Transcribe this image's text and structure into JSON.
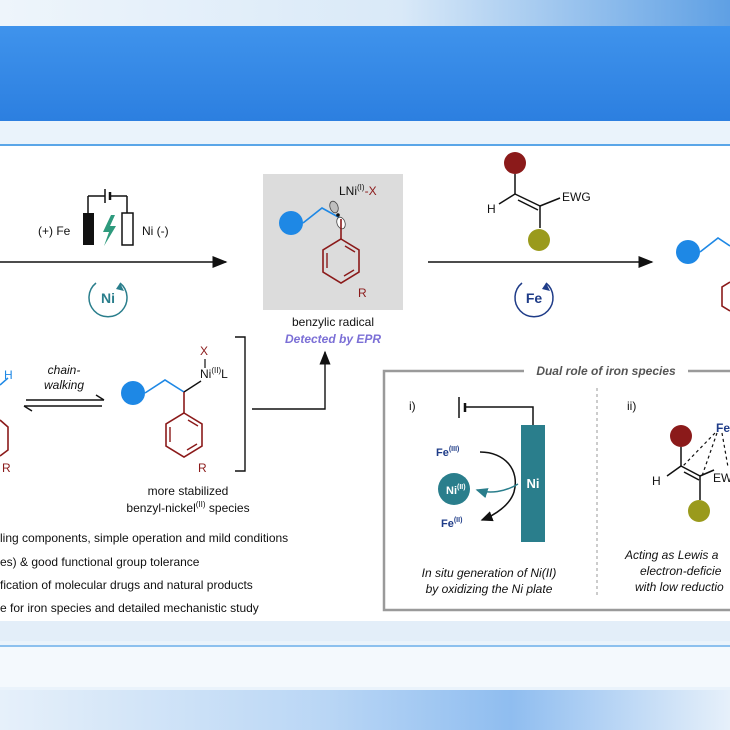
{
  "step1": {
    "anode": "(+) Fe",
    "cathode": "Ni (-)",
    "cycle_label": "Ni"
  },
  "radical": {
    "ligand_label": "LNi",
    "ligand_ox": "(I)",
    "ligand_x": "-X",
    "name": "benzylic radical",
    "detection": "Detected by EPR",
    "ring_sub": "R"
  },
  "step2": {
    "h_label": "H",
    "ewg_label": "EWG",
    "cycle_label": "Fe"
  },
  "chain": {
    "h_label": "H",
    "label_line1": "chain-",
    "label_line2": "walking",
    "partial_r": "R"
  },
  "nickel_species": {
    "x_label": "X",
    "ni_label": "Ni",
    "ni_ox": "(II)",
    "ligand": "L",
    "ring_sub": "R",
    "caption_line1": "more stabilized",
    "caption_line2_pre": "benzyl-nickel",
    "caption_line2_ox": "(II)",
    "caption_line2_post": " species"
  },
  "features": [
    "ling components, simple operation and mild conditions",
    "es) & good functional group tolerance",
    "fication of molecular drugs and natural products",
    "e for iron species and detailed mechanistic study"
  ],
  "dual_role": {
    "title": "Dual role of iron species",
    "panel_i": {
      "label": "i)",
      "fe3": "Fe",
      "fe3_ox": "(III)",
      "ni2": "Ni",
      "ni2_ox": "(II)",
      "fe2": "Fe",
      "fe2_ox": "(II)",
      "plate": "Ni",
      "caption_line1": "In situ generation of Ni(II)",
      "caption_line2": "by oxidizing the Ni plate"
    },
    "panel_ii": {
      "label": "ii)",
      "fe_label": "Fe",
      "h_label": "H",
      "ewg_partial": "EW",
      "caption_line1": "Acting as Lewis a",
      "caption_line2": "electron-deficie",
      "caption_line3": "with low reductio"
    }
  },
  "colors": {
    "banner": "#2c7fe0",
    "blue_ball": "#1e88e5",
    "dark_red": "#8b1a1a",
    "olive": "#9a9a1c",
    "teal": "#2a7e8c",
    "epr_purple": "#7b6fd6",
    "chain_blue": "#1e88e5",
    "text": "#1a1a1a"
  }
}
